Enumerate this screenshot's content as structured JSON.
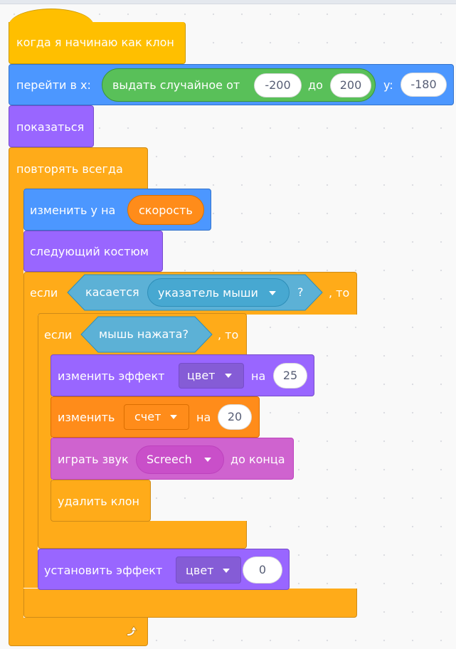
{
  "colors": {
    "events": "#ffbf00",
    "motion": "#4c97ff",
    "looks": "#9966ff",
    "control": "#ffab19",
    "sound": "#cf63cf",
    "variables": "#ff8c1a",
    "operators": "#59c059",
    "sensing": "#5cb1d6",
    "workspace": "#f9f9f9"
  },
  "script": {
    "hat": {
      "label": "когда я начинаю как клон"
    },
    "goto": {
      "label": "перейти в x:",
      "random": {
        "label": "выдать случайное от",
        "from": "-200",
        "to_label": "до",
        "to": "200"
      },
      "y_label": "y:",
      "y": "-180"
    },
    "show": {
      "label": "показаться"
    },
    "forever": {
      "label": "повторять всегда",
      "loop_icon": "loop-arrow-icon"
    },
    "change_y": {
      "label": "изменить у на",
      "reporter": "скорость"
    },
    "next_costume": {
      "label": "следующий костюм"
    },
    "if_touching": {
      "if_label": "если",
      "then_label": ", то",
      "sensing_label": "касается",
      "target": "указатель мыши",
      "qmark": "?"
    },
    "if_mouse": {
      "if_label": "если",
      "condition": "мышь нажата?",
      "then_label": ", то"
    },
    "change_effect": {
      "label": "изменить эффект",
      "effect": "цвет",
      "by_label": "на",
      "value": "25"
    },
    "change_score": {
      "label": "изменить",
      "variable": "счет",
      "by_label": "на",
      "value": "20"
    },
    "play_sound": {
      "label": "играть звук",
      "sound": "Screech",
      "until_label": "до конца"
    },
    "delete_clone": {
      "label": "удалить клон"
    },
    "set_effect": {
      "label": "установить эффект",
      "effect": "цвет",
      "value": "0"
    }
  }
}
